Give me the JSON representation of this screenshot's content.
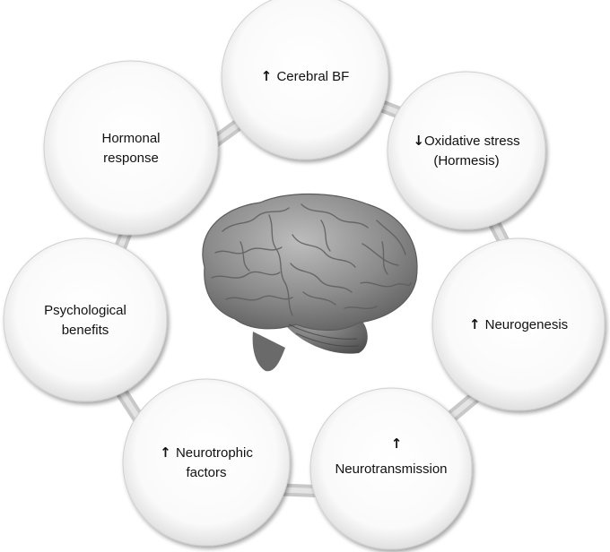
{
  "diagram": {
    "center_image": "brain",
    "connector_ring_color": "#cfcfcf",
    "node_fill_color": "#ffffff",
    "node_shade_color": "#d6d6d6",
    "nodes": [
      {
        "id": "cerebral-bf",
        "arrow": "up",
        "lines": [
          "Cerebral BF"
        ]
      },
      {
        "id": "oxidative-stress",
        "arrow": "down",
        "lines": [
          "Oxidative stress",
          "(Hormesis)"
        ]
      },
      {
        "id": "neurogenesis",
        "arrow": "up",
        "lines": [
          "Neurogenesis"
        ]
      },
      {
        "id": "neurotransmission",
        "arrow": "up-above",
        "lines": [
          "Neurotransmission"
        ]
      },
      {
        "id": "neurotrophic-factors",
        "arrow": "up",
        "lines": [
          "Neurotrophic",
          "factors"
        ]
      },
      {
        "id": "psychological-benefits",
        "arrow": "none",
        "lines": [
          "Psychological",
          "benefits"
        ]
      },
      {
        "id": "hormonal-response",
        "arrow": "none",
        "lines": [
          "Hormonal",
          "response"
        ]
      }
    ]
  }
}
